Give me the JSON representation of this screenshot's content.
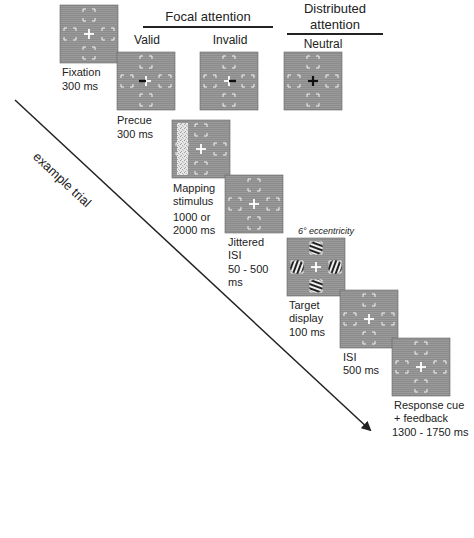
{
  "diagram": {
    "labels": [
      "Focal attention",
      "Valid",
      "Invalid",
      "Distributed attention",
      "Neutral",
      "Fixation",
      "300 ms",
      "Precue",
      "300 ms",
      "example trial",
      "Mapping stimulus",
      "1000 or 2000 ms",
      "Jittered ISI",
      "50 - 500 ms",
      "6° eccentricity",
      "Target display",
      "100 ms",
      "ISI",
      "500 ms",
      "Response cue + feedback",
      "1300 - 1750 ms"
    ]
  }
}
